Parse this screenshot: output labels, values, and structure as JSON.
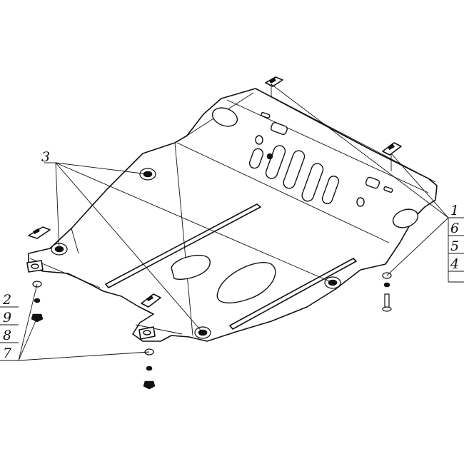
{
  "diagram": {
    "callouts_left": [
      {
        "id": "3",
        "label": "3"
      },
      {
        "id": "2",
        "label": "2"
      },
      {
        "id": "9",
        "label": "9"
      },
      {
        "id": "8",
        "label": "8"
      },
      {
        "id": "7",
        "label": "7"
      }
    ],
    "callouts_right": [
      {
        "id": "1",
        "label": "1"
      },
      {
        "id": "6",
        "label": "6"
      },
      {
        "id": "5",
        "label": "5"
      },
      {
        "id": "4",
        "label": "4"
      }
    ],
    "colors": {
      "line": "#111111",
      "background": "#ffffff"
    }
  }
}
